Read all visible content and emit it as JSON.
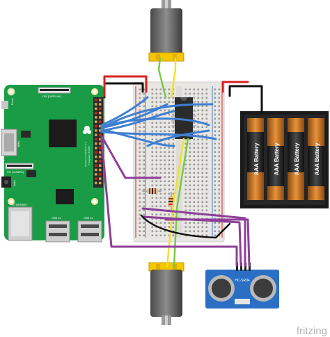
{
  "pi": {
    "labels": {
      "power": "Power",
      "dsi_display": "DSI (DISPLAY)",
      "hdmi": "HDMI",
      "csi_camera": "CSI (CAMERA)",
      "audio": "Audio",
      "ethernet": "ETHERNET",
      "usb_left": "USB 2x",
      "usb_right": "USB 2x",
      "model_text": "Raspberry Pi Model B v1.2",
      "copyright": "© Raspberry Pi 2015"
    }
  },
  "battery": {
    "cells": [
      "AAA Battery",
      "AAA Battery",
      "AAA Battery",
      "AAA Battery"
    ]
  },
  "sensor": {
    "model": "HC-SR04"
  },
  "watermark": "fritzing",
  "colors": {
    "pcb_green": "#1a9c47",
    "breadboard": "#e9e7e3",
    "wire_blue": "#3f7fd1",
    "wire_purple": "#8e3f97",
    "wire_red": "#d8201f",
    "wire_black": "#111111",
    "wire_yellow": "#f0e12b",
    "wire_green": "#7ac943",
    "motor_yellow": "#f7c600",
    "sensor_blue": "#2a6fc4"
  }
}
